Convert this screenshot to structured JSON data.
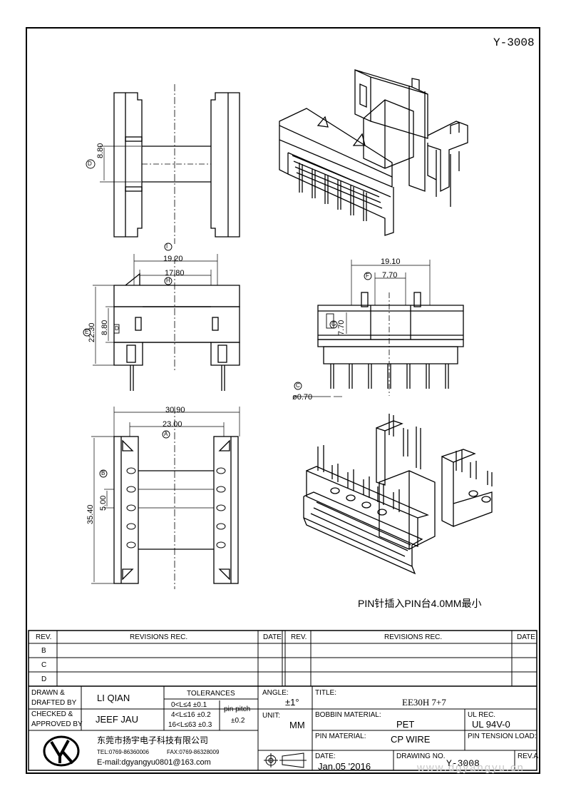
{
  "header": {
    "doc_number": "Y-3008"
  },
  "note": {
    "pin_insert": "PIN针插入PIN台4.0MM最小"
  },
  "dimensions": {
    "top_view_width_label": "8.80",
    "top_view_marker": "D",
    "front_overall": "19.20",
    "front_inner": "17.80",
    "front_height": "22.30",
    "front_core": "8.80",
    "front_marker_i": "I",
    "front_marker_h": "H",
    "front_marker_e": "E",
    "front_marker_d": "D",
    "side_overall": "19.10",
    "side_pin_pitch": "7.70",
    "side_core_height": "7.70",
    "side_marker_f": "F",
    "side_marker_g": "G",
    "side_marker_c": "C",
    "pin_diameter": "ø0.70",
    "bottom_overall": "30.90",
    "bottom_inner": "23.00",
    "bottom_marker_a": "A",
    "bottom_length": "35.40",
    "bottom_pitch": "5.00",
    "bottom_marker_b": "B"
  },
  "revisions": {
    "col_rev": "REV.",
    "col_rec": "REVISIONS    REC.",
    "col_date": "DATE",
    "rows": [
      "B",
      "C",
      "D"
    ]
  },
  "title_block": {
    "drawn_label_1": "DRAWN  &",
    "drawn_label_2": "DRAFTED BY",
    "drawn_by": "LI QIAN",
    "checked_label_1": "CHECKED  &",
    "checked_label_2": "APPROVED BY",
    "checked_by": "JEEF JAU",
    "tolerances_title": "TOLERANCES",
    "tol_row1": "0<L≤4   ±0.1",
    "tol_row2": "4<L≤16  ±0.2",
    "tol_row3": "16<L≤63  ±0.3",
    "pin_pitch_label": "pin pitch",
    "pin_pitch_value": "±0.2",
    "angle_label": "ANGLE:",
    "angle_value": "±1°",
    "unit_label": "UNIT:",
    "unit_value": "MM",
    "title_label": "TITLE:",
    "title_value": "EE30H 7+7",
    "bobbin_material_label": "BOBBIN MATERIAL:",
    "bobbin_material_value": "PET",
    "ul_rec_label": "UL REC.",
    "ul_rec_value": "UL 94V-0",
    "pin_material_label": "PIN MATERIAL:",
    "pin_material_value": "CP WIRE",
    "pin_tension_label": "PIN TENSION LOAD:",
    "date_label": "DATE:",
    "date_value": "Jan.05  '2016",
    "drawing_no_label": "DRAWING NO.",
    "drawing_no_value": "Y-3008",
    "rev_label": "REV.A",
    "company_name": "东莞市扬宇电子科技有限公司",
    "company_tel": "TEL:0769-86360006",
    "company_fax": "FAX:0769-86328009",
    "company_email": "E-mail:dgyangyu0801@163.com"
  },
  "watermark": "www.dgyangyu.cn"
}
